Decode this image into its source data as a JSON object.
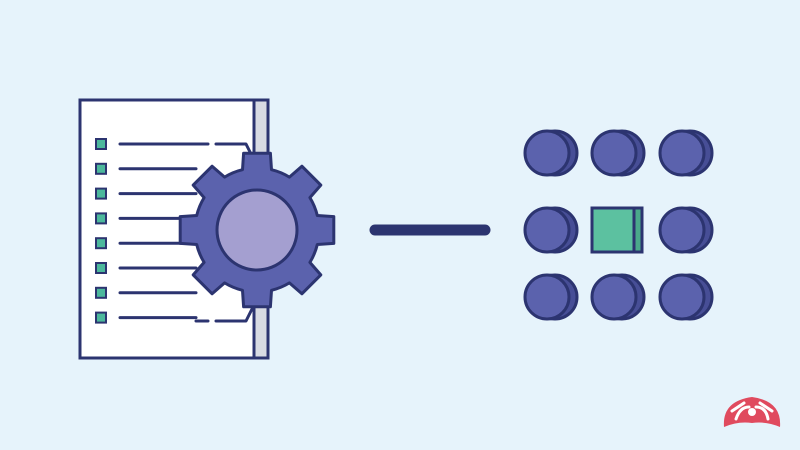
{
  "colors": {
    "background": "#e6f3fb",
    "outline": "#2c3470",
    "paper": "#ffffff",
    "paper_edge": "#d8dbe3",
    "gear": "#5b62ad",
    "gear_shadow": "#474e96",
    "gear_hub": "#a49fd0",
    "checkbox": "#4cb89c",
    "dot": "#5b62ad",
    "dot_highlight": "#6f76bf",
    "selected_square": "#5cc1a0",
    "logo": "#e04a5e"
  },
  "icons": {
    "document": "document-icon",
    "gear": "gear-icon",
    "connector": "dash-connector",
    "grid": "dot-grid",
    "logo": "brand-logo-icon"
  },
  "document": {
    "row_count": 8
  },
  "grid": {
    "rows": 3,
    "cols": 3,
    "selected": {
      "row": 1,
      "col": 1
    }
  }
}
